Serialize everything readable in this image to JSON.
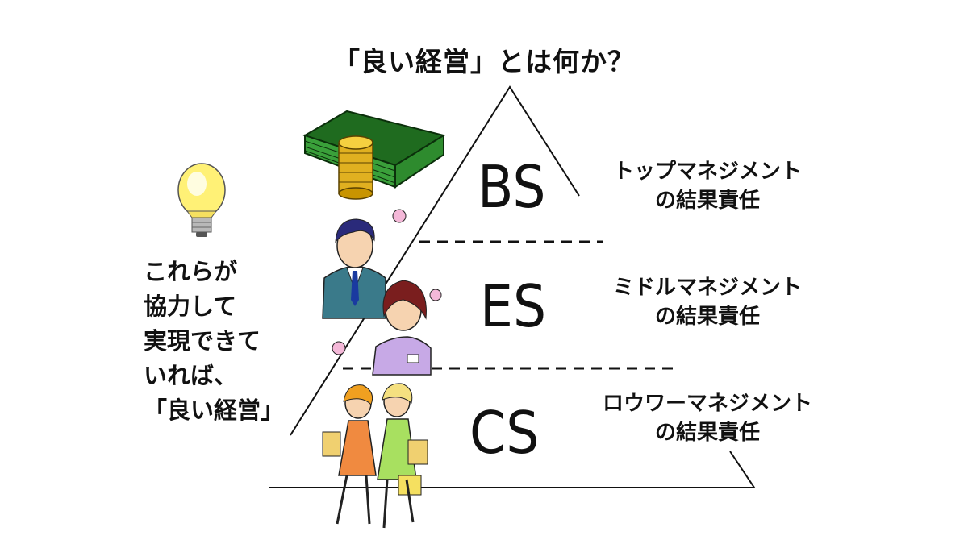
{
  "title": "「良い経営」とは何か？",
  "tiers": [
    {
      "label": "BS",
      "responsibility": [
        "トップマネジメント",
        "の結果責任"
      ]
    },
    {
      "label": "ES",
      "responsibility": [
        "ミドルマネジメント",
        "の結果責任"
      ]
    },
    {
      "label": "CS",
      "responsibility": [
        "ロウワーマネジメント",
        "の結果責任"
      ]
    }
  ],
  "side_text": [
    "これらが",
    "協力して",
    "実現できて",
    "いれば、",
    "「良い経営」"
  ],
  "icons": [
    "lightbulb-icon",
    "money-stack-icon",
    "business-people-icon",
    "shoppers-icon"
  ],
  "colors": {
    "money": "#2e8b2e",
    "coin": "#e0b020",
    "suit": "#3a7a8a",
    "dress_orange": "#f08a40",
    "dress_green": "#a8e060"
  }
}
